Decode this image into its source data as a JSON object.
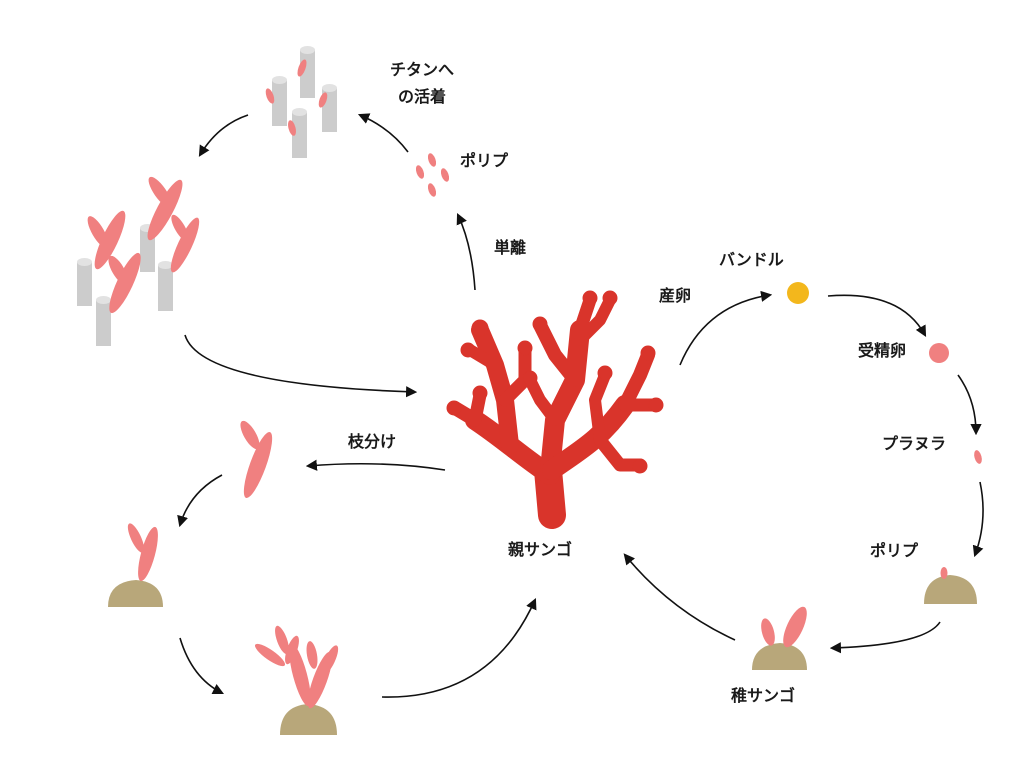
{
  "labels": {
    "parent_coral": "親サンゴ",
    "titanium_line1": "チタンへ",
    "titanium_line2": "の活着",
    "polyp_top": "ポリプ",
    "detach": "単離",
    "spawning": "産卵",
    "bundle": "バンドル",
    "fertilized_egg": "受精卵",
    "planula": "プラヌラ",
    "polyp_right": "ポリプ",
    "juvenile_coral": "稚サンゴ",
    "fragmentation": "枝分け"
  },
  "colors": {
    "parent_coral": "#d9342b",
    "pink_coral": "#f08080",
    "rock": "#b8a77a",
    "titanium_rod": "#cccccc",
    "bundle": "#f3b71c",
    "fertilized_egg": "#f08080",
    "arrow": "#111111"
  }
}
